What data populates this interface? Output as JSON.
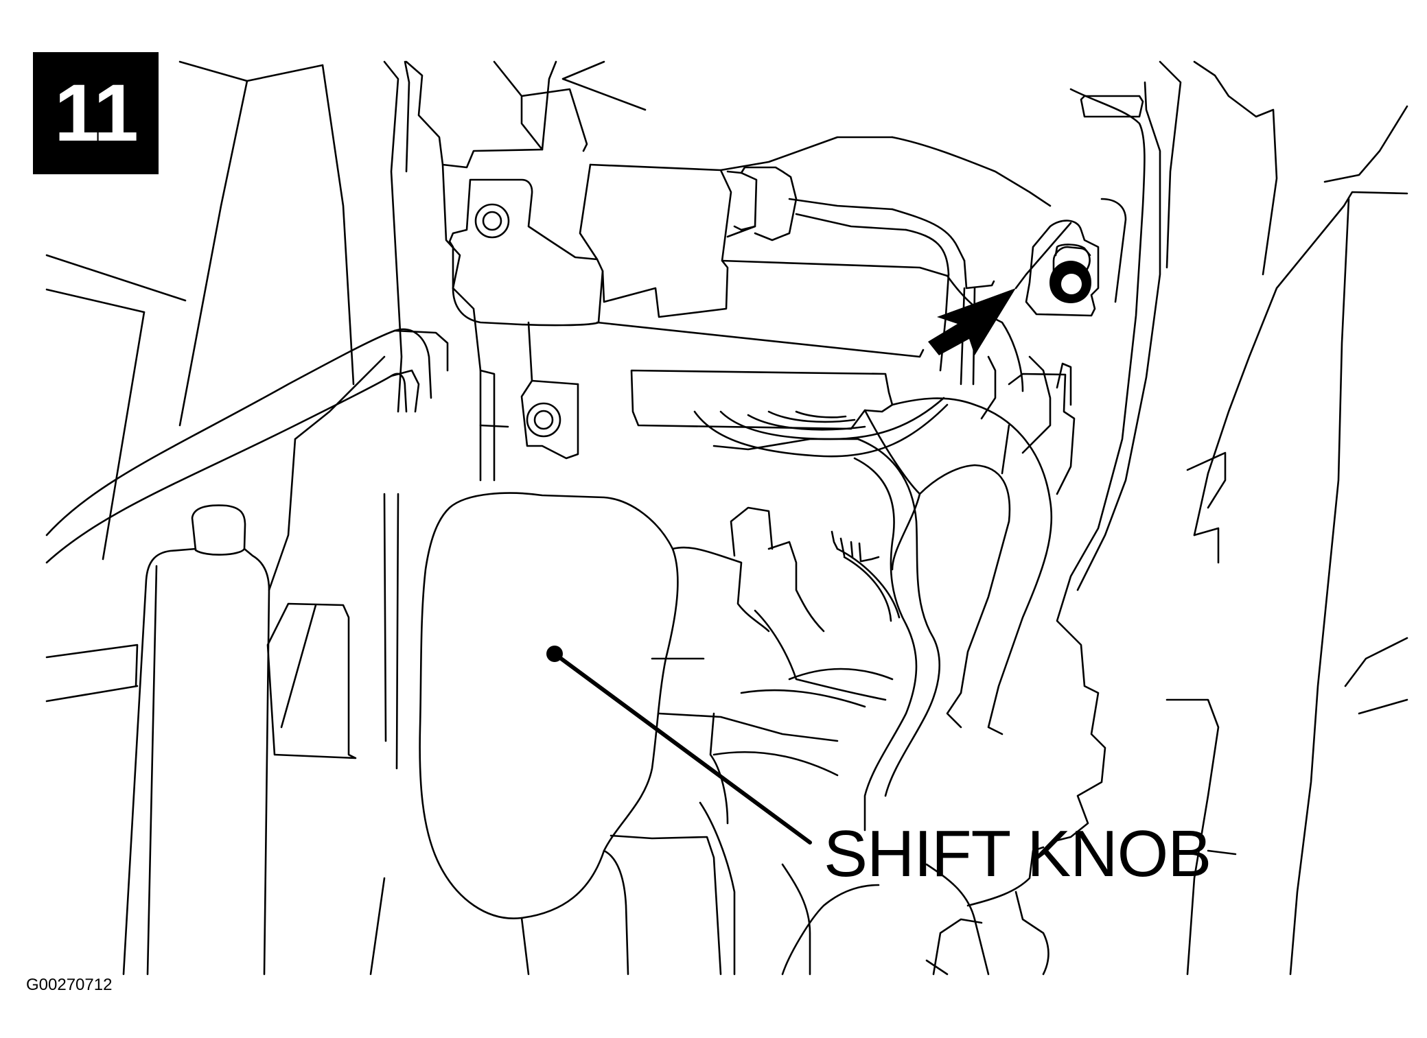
{
  "step": {
    "number": "11"
  },
  "callouts": [
    {
      "label": "SHIFT KNOB"
    }
  ],
  "figure": {
    "id": "G00270712"
  },
  "colors": {
    "ink": "#000000",
    "paper": "#ffffff"
  },
  "icons": {
    "pointer_arrow": "arrow-icon",
    "leader_dot": "leader-dot-icon"
  }
}
